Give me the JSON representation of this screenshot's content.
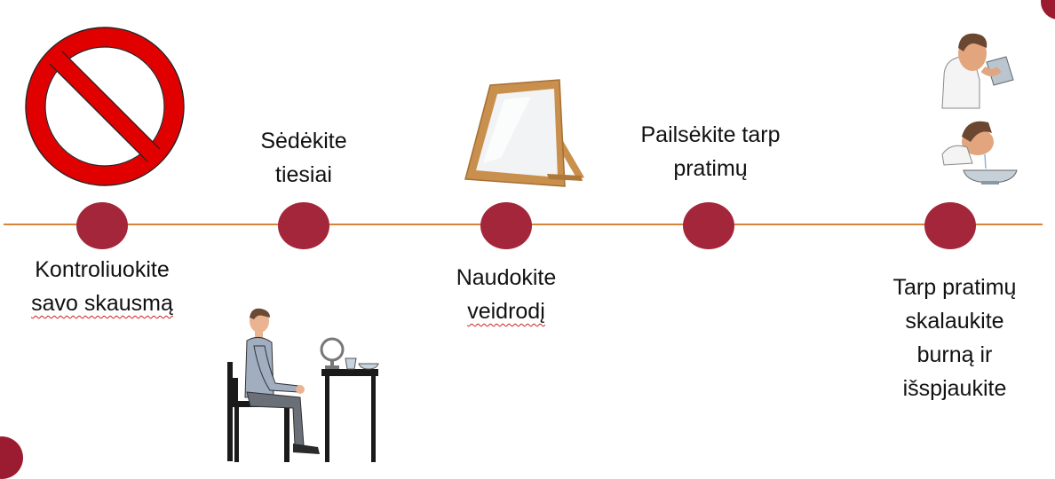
{
  "steps": [
    {
      "label_lines": [
        "Kontroliuokite",
        "savo skausmą"
      ],
      "icon": "prohibition-sign"
    },
    {
      "label_lines": [
        "Sėdėkite",
        "tiesiai"
      ],
      "icon": "person-sitting-at-table"
    },
    {
      "label_lines": [
        "Naudokite",
        "veidrodį"
      ],
      "icon": "mirror-icon"
    },
    {
      "label_lines": [
        "Pailsėkite tarp",
        "pratimų"
      ],
      "icon": ""
    },
    {
      "label_lines": [
        "Tarp pratimų",
        "skalaukite",
        "burną ir",
        "išspjaukite"
      ],
      "icon": "person-rinsing-mouth"
    }
  ],
  "colors": {
    "node": "#a3263a",
    "line": "#d9823a",
    "prohibition_red": "#e00000",
    "corner_accent": "#9b1b30"
  }
}
